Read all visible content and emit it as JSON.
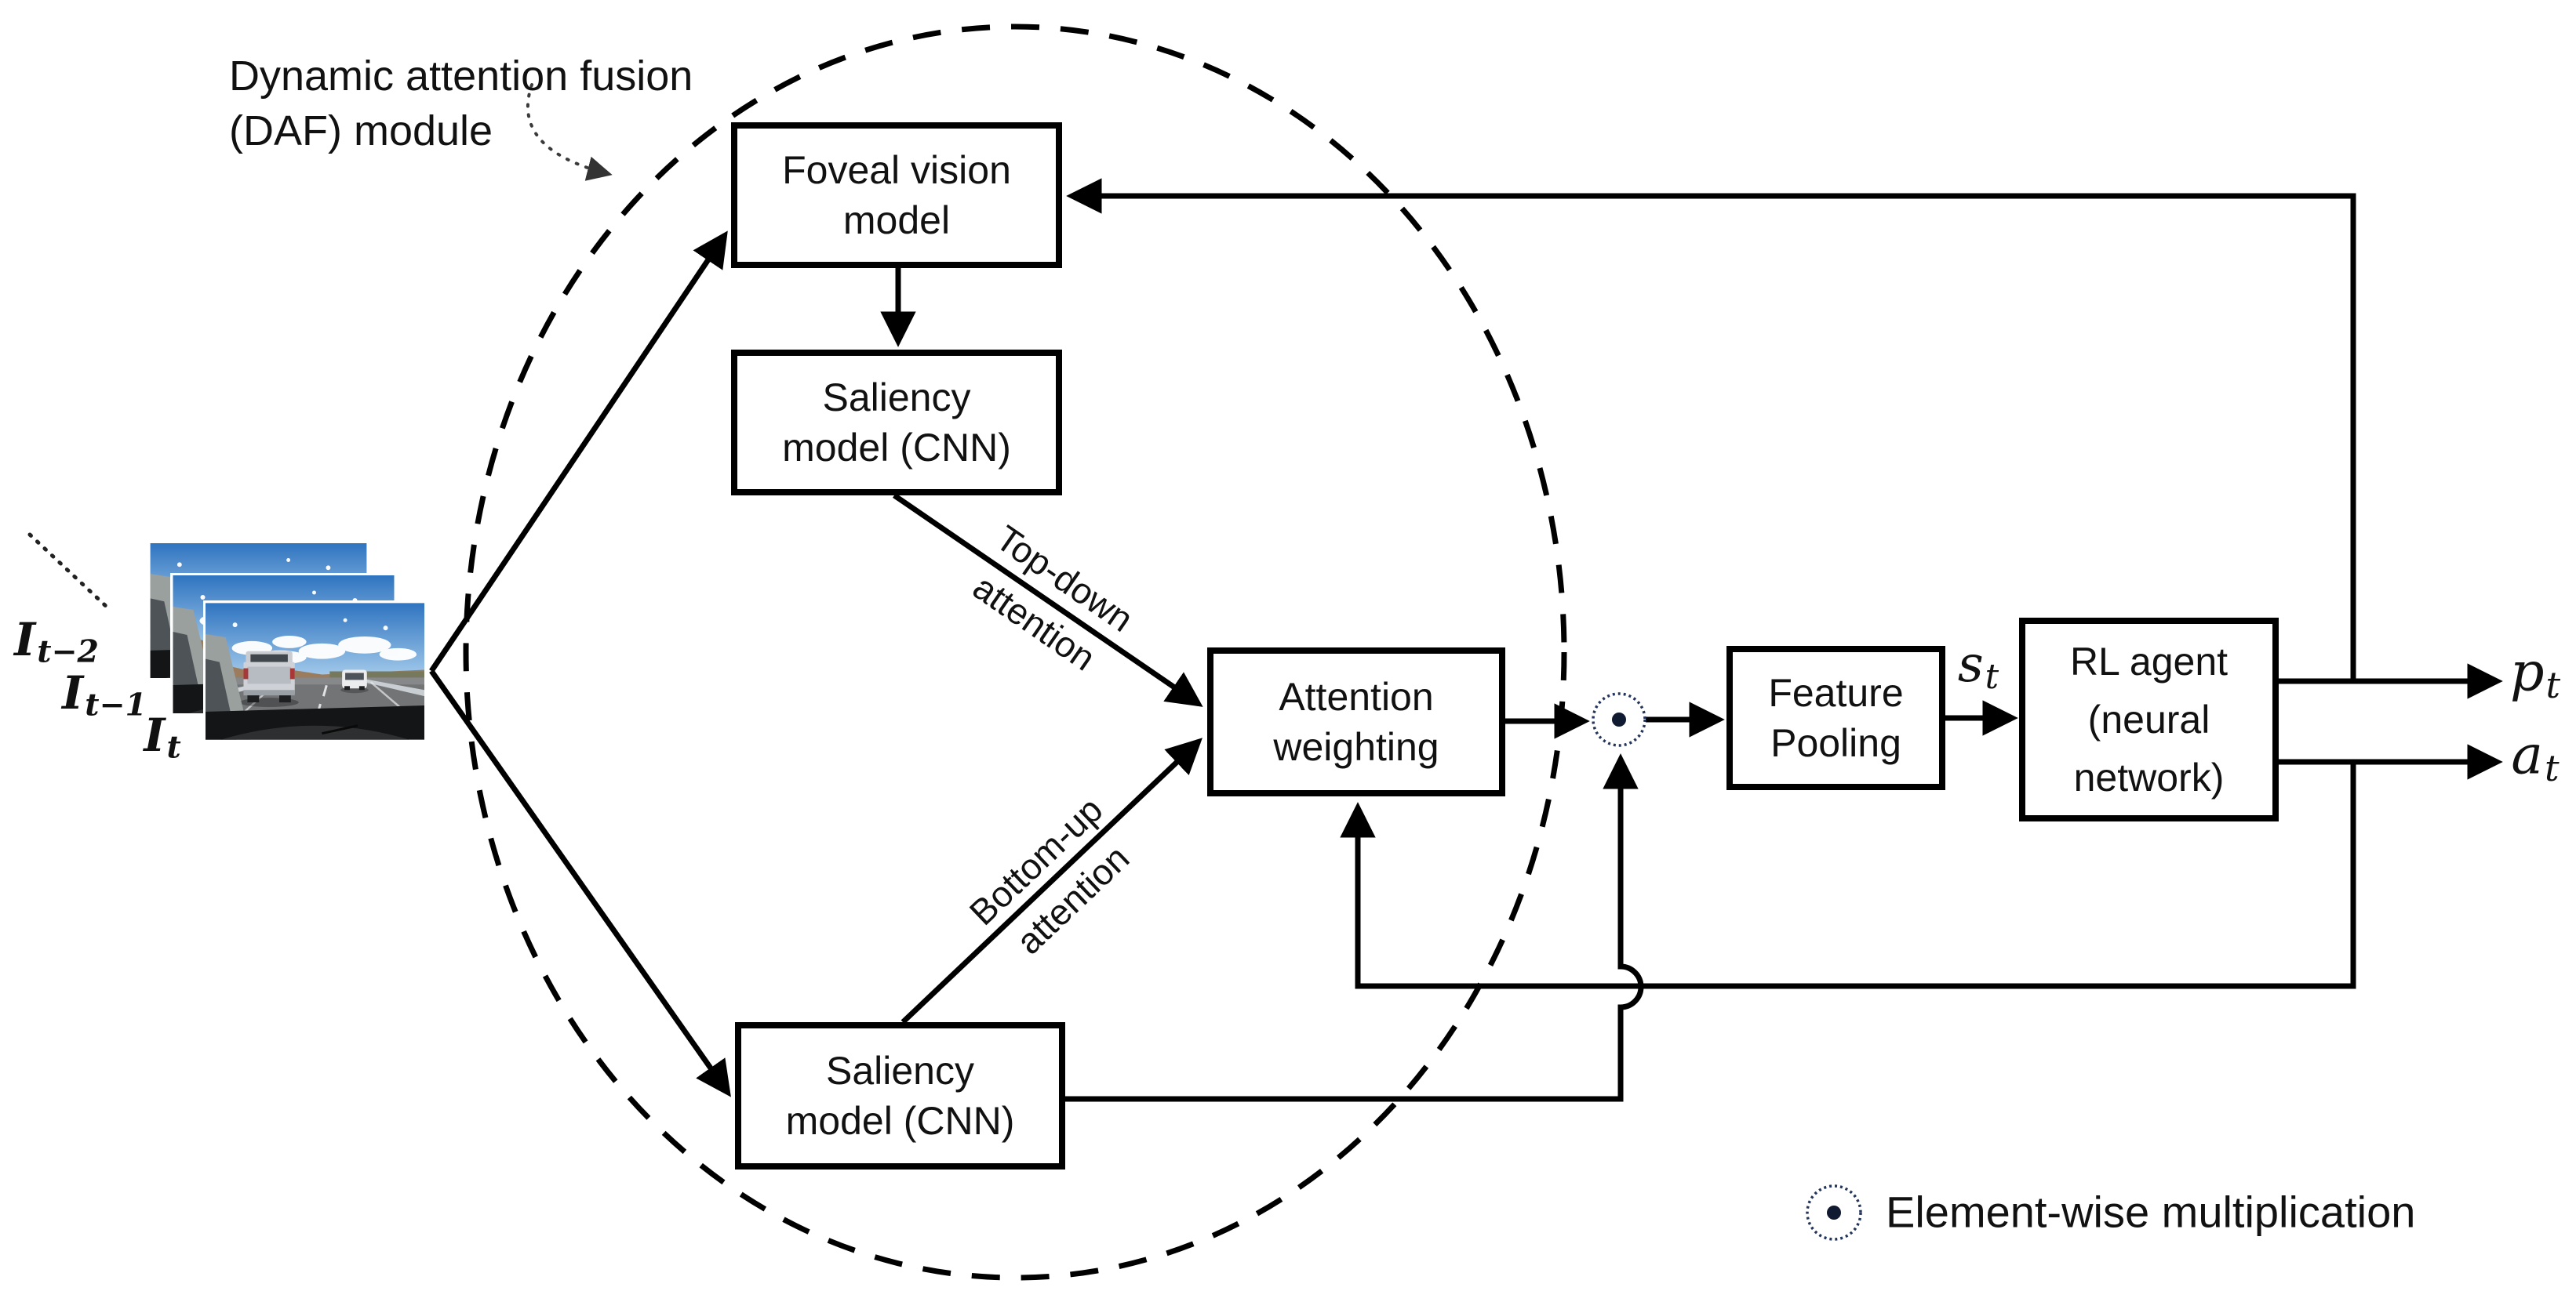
{
  "figure": {
    "daf_label": {
      "line1": "Dynamic attention fusion",
      "line2": "(DAF) module"
    }
  },
  "nodes": {
    "foveal": {
      "line1": "Foveal vision",
      "line2": "model"
    },
    "saliency_top": {
      "line1": "Saliency",
      "line2": "model (CNN)"
    },
    "attention": {
      "line1": "Attention",
      "line2": "weighting"
    },
    "feature_pooling": {
      "line1": "Feature",
      "line2": "Pooling"
    },
    "rl_agent": {
      "line1": "RL agent",
      "line2": "(neural",
      "line3": "network)"
    },
    "saliency_bottom": {
      "line1": "Saliency",
      "line2": "model (CNN)"
    }
  },
  "edges": {
    "top_down": {
      "line1": "Top-down",
      "line2": "attention"
    },
    "bottom_up": {
      "line1": "Bottom-up",
      "line2": "attention"
    }
  },
  "math": {
    "frame_t2": {
      "base": "I",
      "sub": "t−2"
    },
    "frame_t1": {
      "base": "I",
      "sub": "t−1"
    },
    "frame_t": {
      "base": "I",
      "sub": "t"
    },
    "state": {
      "base": "s",
      "sub": "t"
    },
    "gaze_output": {
      "base": "p",
      "sub": "t"
    },
    "action_output": {
      "base": "a",
      "sub": "t"
    }
  },
  "legend": {
    "symbol": "element-wise-multiplication-icon",
    "text": "Element-wise multiplication"
  },
  "colors": {
    "line": "#000000",
    "multiply_ring": "#24355c",
    "background": "#ffffff"
  }
}
